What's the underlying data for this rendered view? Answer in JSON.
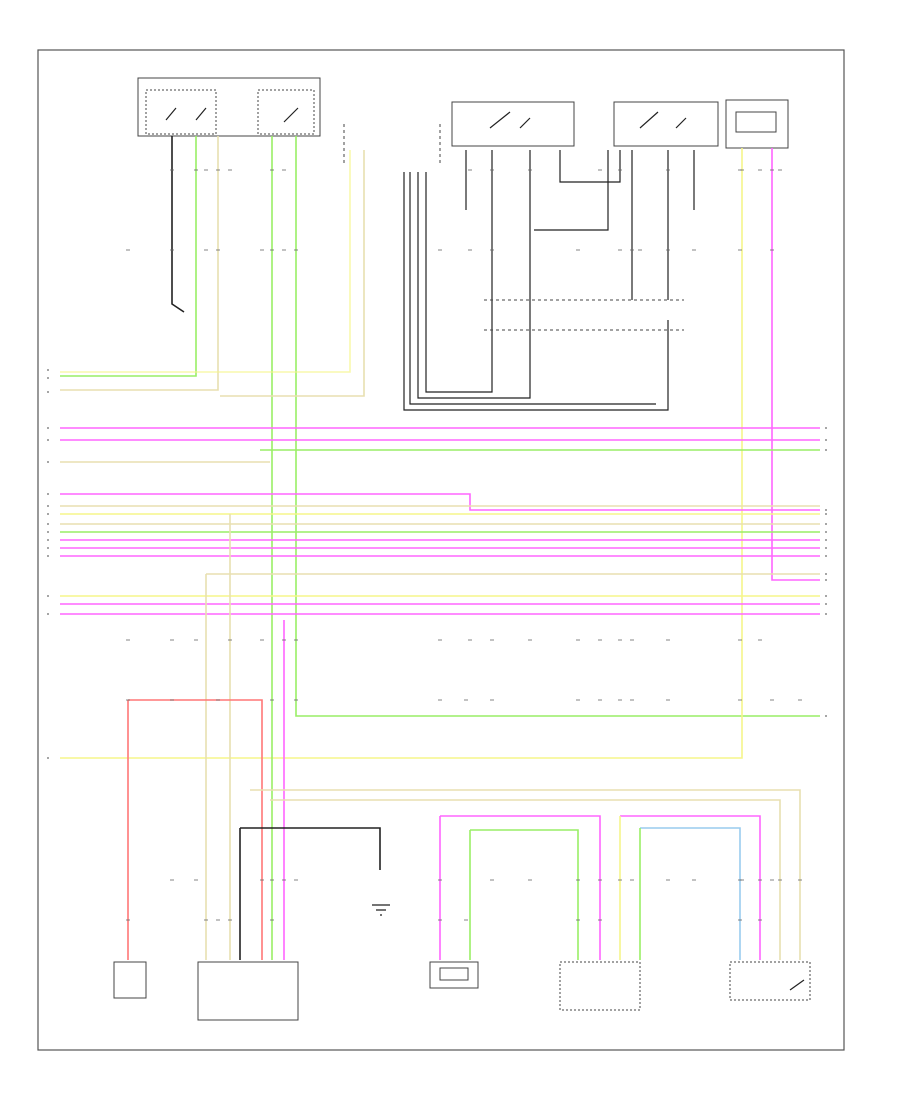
{
  "page": {
    "footer_code": "",
    "border": true
  },
  "colors": {
    "pink": "#ff66ff",
    "yellow": "#f5f58a",
    "green": "#99ee66",
    "tan": "#e8dfb0",
    "red": "#ff7777",
    "black": "#222222",
    "lightblue": "#99ccee",
    "line": "#555555"
  },
  "components": [
    {
      "id": "top-module-left",
      "label": ""
    },
    {
      "id": "top-module-mid-left",
      "label": ""
    },
    {
      "id": "top-module-mid-right",
      "label": ""
    },
    {
      "id": "top-module-right",
      "label": ""
    },
    {
      "id": "fuel-pump-control-module",
      "label": ""
    },
    {
      "id": "battery-module",
      "label": ""
    },
    {
      "id": "fuel-level-sender",
      "label": ""
    },
    {
      "id": "fuel-tank-unit",
      "label": ""
    },
    {
      "id": "ground-connector",
      "label": ""
    },
    {
      "id": "splice-connector",
      "label": ""
    }
  ],
  "harness_rows": 14
}
